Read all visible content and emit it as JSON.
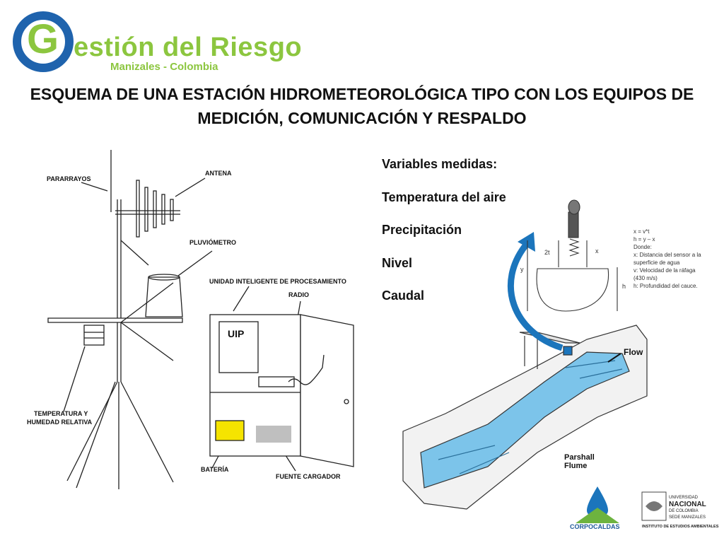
{
  "logo": {
    "brand": "Gestión del Riesgo",
    "initial": "G",
    "brand_rest": "estión del Riesgo",
    "location": "Manizales - Colombia",
    "colors": {
      "ring": "#1f63ad",
      "text": "#8cc63f"
    }
  },
  "title": {
    "line1": "ESQUEMA DE UNA ESTACIÓN HIDROMETEOROLÓGICA TIPO CON LOS EQUIPOS DE",
    "line2": "MEDICIÓN, COMUNICACIÓN Y RESPALDO"
  },
  "variables": {
    "heading": "Variables medidas:",
    "items": [
      "Temperatura del aire",
      "Precipitación",
      "Nivel",
      "Caudal"
    ]
  },
  "station_diagram": {
    "labels": {
      "pararrayos": "PARARRAYOS",
      "antena": "ANTENA",
      "pluviometro": "PLUVIÓMETRO",
      "unidad": "UNIDAD INTELIGENTE DE PROCESAMIENTO",
      "radio": "RADIO",
      "temp1": "TEMPERATURA Y",
      "temp2": "HUMEDAD RELATIVA",
      "uip": "UIP",
      "bateria": "BATERÍA",
      "fuente": "FUENTE CARGADOR"
    }
  },
  "flume_diagram": {
    "flow": "Flow",
    "parshall1": "Parshall",
    "parshall2": "Flume",
    "dim_2t": "2t",
    "dim_x": "x",
    "dim_y": "y",
    "dim_h": "h",
    "formula": [
      "x = v*t",
      "h = y – x",
      "Donde:",
      "x: Distancia del sensor a la",
      "superficie de agua",
      "v: Velocidad de la ráfaga",
      "(430 m/s)",
      "h: Profundidad del cauce."
    ],
    "colors": {
      "water": "#7cc4ea",
      "arrow": "#1b75bc"
    }
  },
  "partners": {
    "corpocaldas": "CORPOCALDAS",
    "unal_1": "UNIVERSIDAD",
    "unal_2": "NACIONAL",
    "unal_3": "DE COLOMBIA",
    "unal_4": "SEDE MANIZALES",
    "unal_5": "INSTITUTO DE ESTUDIOS AMBIENTALES"
  }
}
